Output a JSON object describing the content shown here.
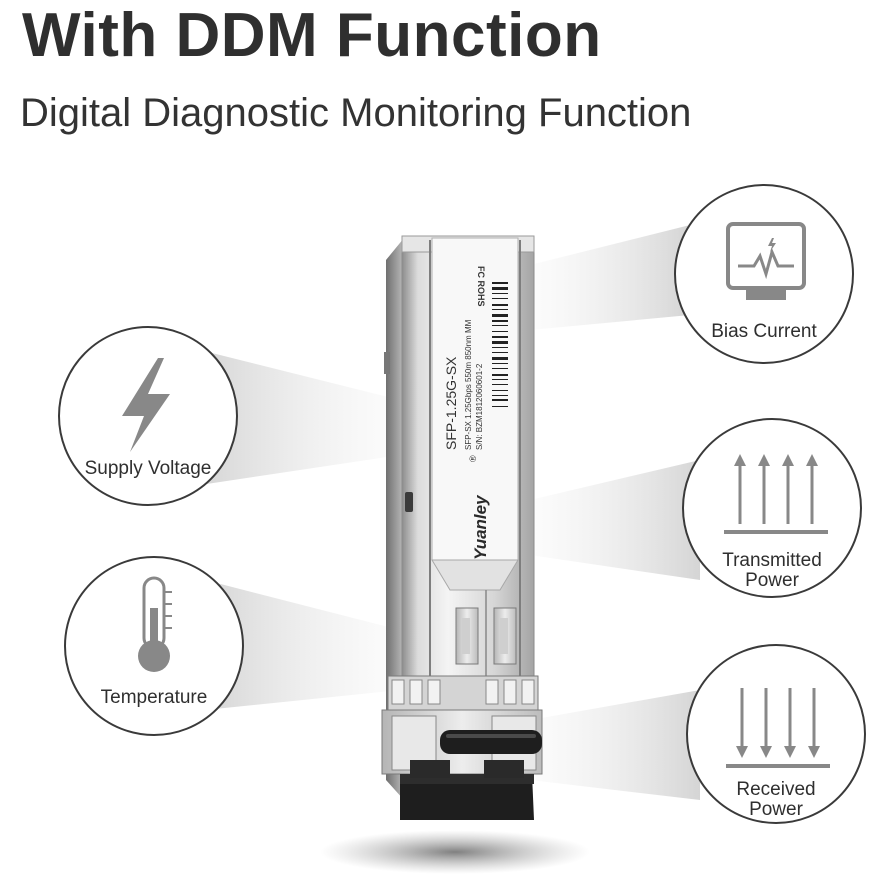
{
  "header": {
    "title": "With DDM Function",
    "subtitle": "Digital Diagnostic Monitoring Function"
  },
  "features": {
    "supply_voltage": "Supply Voltage",
    "temperature": "Temperature",
    "bias_current": "Bias Current",
    "transmitted_power": [
      "Transmitted",
      "Power"
    ],
    "received_power": [
      "Received",
      "Power"
    ]
  },
  "product": {
    "cert_marks": "FC ROHS",
    "model": "SFP-1.25G-SX",
    "spec_line": "SFP-SX 1.25Gbps 550m 850nm MM",
    "serial": "S/N:  BZM1812060601-2",
    "brand": "Yuanley",
    "registered_mark": "®"
  },
  "colors": {
    "text_dark": "#2f2f2f",
    "circle_border": "#3a3a3a",
    "icon_gray": "#888888",
    "metal_light": "#eeeeee",
    "metal_dark": "#9a9a9a",
    "connector_black": "#1e1e1e"
  }
}
